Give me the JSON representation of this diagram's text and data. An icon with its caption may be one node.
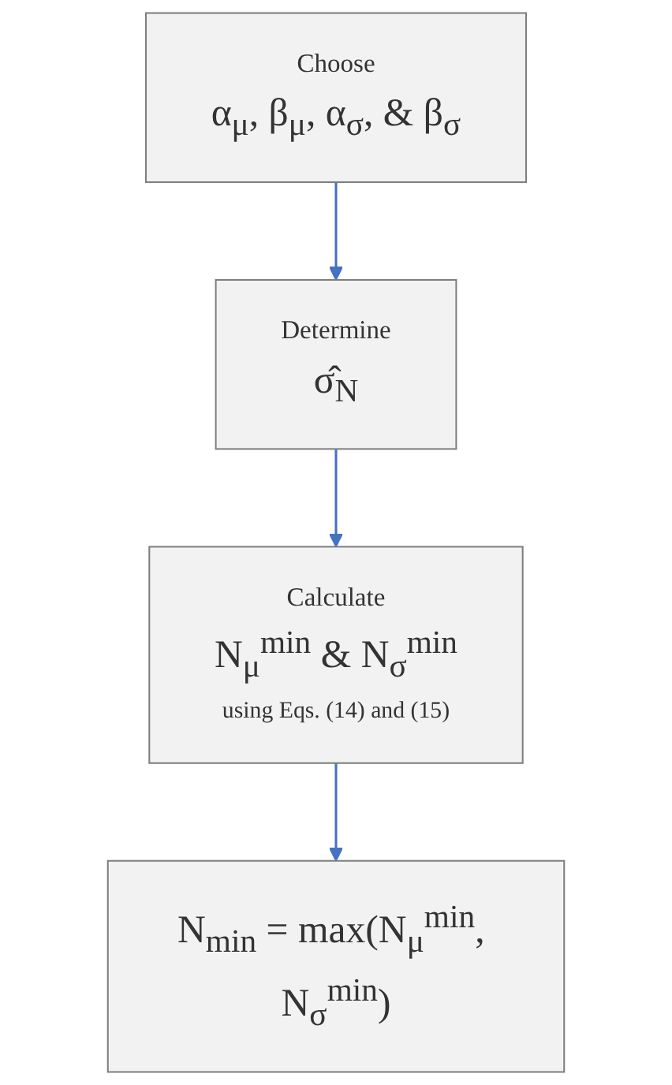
{
  "diagram": {
    "nodes": [
      {
        "text": [
          "Choose",
          "α$_{μ}$, β$_{μ}$, α$_{σ}$, & β$_{σ}$"
        ]
      },
      {
        "text": [
          "Determine",
          "σ̂$_{N}$"
        ]
      },
      {
        "text": [
          "Calculate",
          "N$_{μ}$$^{min}$ & N$_{σ}$$^{min}$",
          "using Eqs. (14) and (15)"
        ]
      },
      {
        "text": [
          "N$_{min}$ = max(N$_{μ}$$^{min}$, N$_{σ}$$^{min}$)"
        ]
      }
    ],
    "edges": [
      {
        "from": 0,
        "to": 1,
        "arrow": "to"
      },
      {
        "from": 1,
        "to": 2,
        "arrow": "to"
      },
      {
        "from": 2,
        "to": 3,
        "arrow": "to"
      }
    ]
  }
}
